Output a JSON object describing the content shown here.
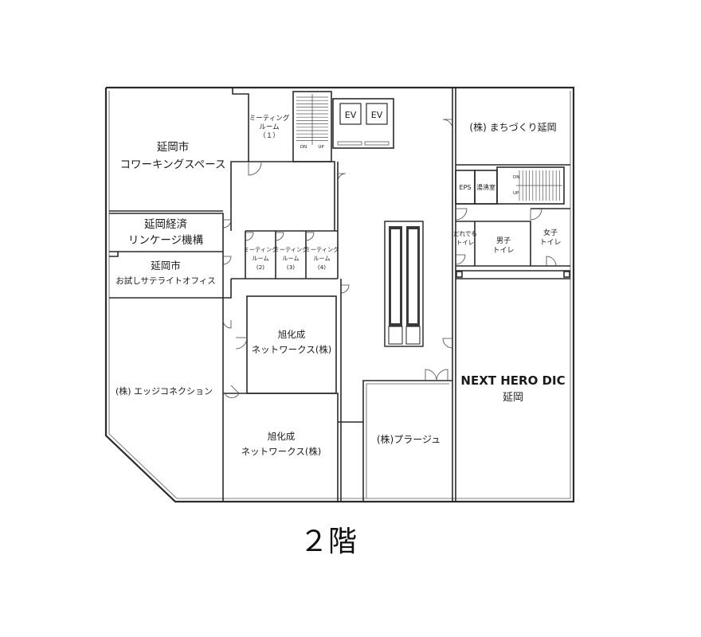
{
  "floor_label": "２階",
  "rooms": {
    "coworking": [
      "延岡市",
      "コワーキングスペース"
    ],
    "meeting1": [
      "ミーティング",
      "ルーム",
      "（１）"
    ],
    "meeting2": [
      "ミーティング",
      "ルーム",
      "(2)"
    ],
    "meeting3": [
      "ミーティング",
      "ルーム",
      "(3)"
    ],
    "meeting4": [
      "ミーティング",
      "ルーム",
      "(4)"
    ],
    "linkage": [
      "延岡経済",
      "リンケージ機構"
    ],
    "satellite": [
      "延岡市",
      "お試しサテライトオフィス"
    ],
    "asahi1": [
      "旭化成",
      "ネットワークス(株)"
    ],
    "asahi2": [
      "旭化成",
      "ネットワークス(株)"
    ],
    "edge": "(株) エッジコネクション",
    "plage": "(株)プラージュ",
    "machizukuri": "(株) まちづくり延岡",
    "nexthero": [
      "NEXT HERO DIC",
      "延岡"
    ],
    "eps": "EPS",
    "kettle": "湯沸室",
    "anyone_wc": [
      "だれでも",
      "トイレ"
    ],
    "men_wc": [
      "男子",
      "トイレ"
    ],
    "women_wc": [
      "女子",
      "トイレ"
    ]
  },
  "elevators": [
    "EV",
    "EV"
  ],
  "stairs": {
    "left": {
      "dn": "DN",
      "up": "UP"
    },
    "right": {
      "dn": "DN",
      "up": "UP"
    }
  }
}
